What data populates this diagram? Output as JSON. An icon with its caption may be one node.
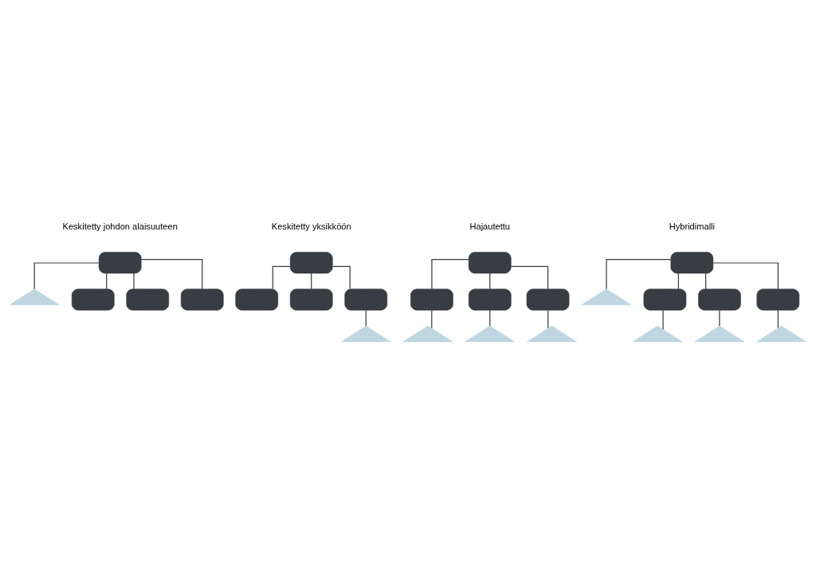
{
  "diagram": {
    "nodes": [
      {
        "text": [],
        "shape": "box"
      },
      {
        "text": [],
        "shape": "triangle"
      },
      {
        "text": [],
        "shape": "box"
      },
      {
        "text": [],
        "shape": "box"
      },
      {
        "text": [],
        "shape": "box"
      },
      {
        "text": [],
        "shape": "box"
      },
      {
        "text": [],
        "shape": "box"
      },
      {
        "text": [],
        "shape": "box"
      },
      {
        "text": [],
        "shape": "box"
      },
      {
        "text": [],
        "shape": "triangle"
      },
      {
        "text": [],
        "shape": "box"
      },
      {
        "text": [],
        "shape": "box"
      },
      {
        "text": [],
        "shape": "box"
      },
      {
        "text": [],
        "shape": "box"
      },
      {
        "text": [],
        "shape": "triangle"
      },
      {
        "text": [],
        "shape": "triangle"
      },
      {
        "text": [],
        "shape": "triangle"
      },
      {
        "text": [],
        "shape": "box"
      },
      {
        "text": [],
        "shape": "triangle"
      },
      {
        "text": [],
        "shape": "box"
      },
      {
        "text": [],
        "shape": "box"
      },
      {
        "text": [],
        "shape": "box"
      },
      {
        "text": [],
        "shape": "triangle"
      },
      {
        "text": [],
        "shape": "triangle"
      },
      {
        "text": [],
        "shape": "triangle"
      }
    ],
    "edges": [
      {
        "from": 0,
        "to": 1,
        "arrow": "none"
      },
      {
        "from": 0,
        "to": 2,
        "arrow": "none"
      },
      {
        "from": 0,
        "to": 3,
        "arrow": "none"
      },
      {
        "from": 0,
        "to": 4,
        "arrow": "none"
      },
      {
        "from": 5,
        "to": 6,
        "arrow": "none"
      },
      {
        "from": 5,
        "to": 7,
        "arrow": "none"
      },
      {
        "from": 5,
        "to": 8,
        "arrow": "none"
      },
      {
        "from": 8,
        "to": 9,
        "arrow": "none"
      },
      {
        "from": 10,
        "to": 11,
        "arrow": "none"
      },
      {
        "from": 10,
        "to": 12,
        "arrow": "none"
      },
      {
        "from": 10,
        "to": 13,
        "arrow": "none"
      },
      {
        "from": 11,
        "to": 14,
        "arrow": "none"
      },
      {
        "from": 12,
        "to": 15,
        "arrow": "none"
      },
      {
        "from": 13,
        "to": 16,
        "arrow": "none"
      },
      {
        "from": 17,
        "to": 18,
        "arrow": "none"
      },
      {
        "from": 17,
        "to": 19,
        "arrow": "none"
      },
      {
        "from": 17,
        "to": 20,
        "arrow": "none"
      },
      {
        "from": 17,
        "to": 21,
        "arrow": "none"
      },
      {
        "from": 19,
        "to": 22,
        "arrow": "none"
      },
      {
        "from": 20,
        "to": 23,
        "arrow": "none"
      },
      {
        "from": 21,
        "to": 24,
        "arrow": "none"
      }
    ],
    "labels": [
      "Keskitetty johdon alaisuuteen",
      "Keskitetty yksikköön",
      "Hajautettu",
      "Hybridimalli"
    ]
  }
}
